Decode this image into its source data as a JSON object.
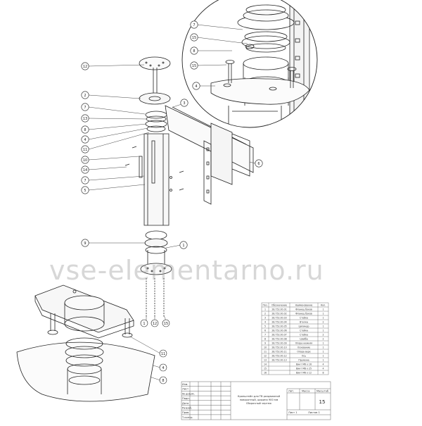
{
  "watermark": "vse-elementarno.ru",
  "callouts_main": [
    {
      "n": "12"
    },
    {
      "n": "2"
    },
    {
      "n": "7"
    },
    {
      "n": "13"
    },
    {
      "n": "8"
    },
    {
      "n": "4"
    },
    {
      "n": "11"
    },
    {
      "n": "10"
    },
    {
      "n": "14"
    },
    {
      "n": "7"
    },
    {
      "n": "5"
    },
    {
      "n": "9"
    },
    {
      "n": "6"
    },
    {
      "n": "3"
    },
    {
      "n": "1"
    }
  ],
  "callouts_bottom": [
    {
      "n": "1"
    },
    {
      "n": "12"
    },
    {
      "n": "15"
    }
  ],
  "callouts_top": [
    {
      "n": "7"
    },
    {
      "n": "15"
    },
    {
      "n": "8"
    },
    {
      "n": "15"
    },
    {
      "n": "4"
    }
  ],
  "callouts_bl": [
    {
      "n": "11"
    },
    {
      "n": "4"
    },
    {
      "n": "8"
    }
  ],
  "sheet_number": "15",
  "title_block": {
    "title_line1": "Кронштейн для ТВ раздвижной",
    "title_line2": "поворотный, ширина 900 мм",
    "title_line3": "Сборочный чертеж",
    "lit": "Лит.",
    "mass": "Масса",
    "scale": "Масштаб",
    "sheet": "Лист 1",
    "sheets": "Листов 1",
    "rows": [
      "Изм.",
      "Лист",
      "№ докум.",
      "Подп.",
      "Дата",
      "Разраб.",
      "Пров.",
      "Т.контр."
    ]
  },
  "bom": {
    "headers": [
      "Поз.",
      "Обозначение",
      "Наименование",
      "Кол."
    ],
    "rows": [
      [
        "1",
        "28.752.00.01",
        "Фланец боков",
        "1"
      ],
      [
        "2",
        "28.752.00.02",
        "Фланец боков",
        "1"
      ],
      [
        "3",
        "28.752.00.03",
        "Стойка",
        "1"
      ],
      [
        "4",
        "28.752.00.04",
        "Втулка",
        "2"
      ],
      [
        "5",
        "28.752.00.05",
        "Цилиндр",
        "1"
      ],
      [
        "6",
        "28.752.00.06",
        "Стойка",
        "1"
      ],
      [
        "7",
        "28.752.00.07",
        "Стойка",
        "2"
      ],
      [
        "8",
        "28.752.00.08",
        "Шайба",
        "2"
      ],
      [
        "9",
        "28.752.00.09",
        "Опора нижняя",
        "1"
      ],
      [
        "10",
        "28.752.00.10",
        "Основание",
        "1"
      ],
      [
        "11",
        "28.752.00.11",
        "Опора верх",
        "1"
      ],
      [
        "12",
        "28.752.00.12",
        "Ось",
        "1"
      ],
      [
        "13",
        "28.752.00.13",
        "Пружина",
        "1"
      ],
      [
        "14",
        "",
        "Винт М6 х 16",
        "4"
      ],
      [
        "15",
        "",
        "Винт М8 х 25",
        "4"
      ],
      [
        "16",
        "",
        "Винт М6 х 12",
        "8"
      ]
    ]
  }
}
